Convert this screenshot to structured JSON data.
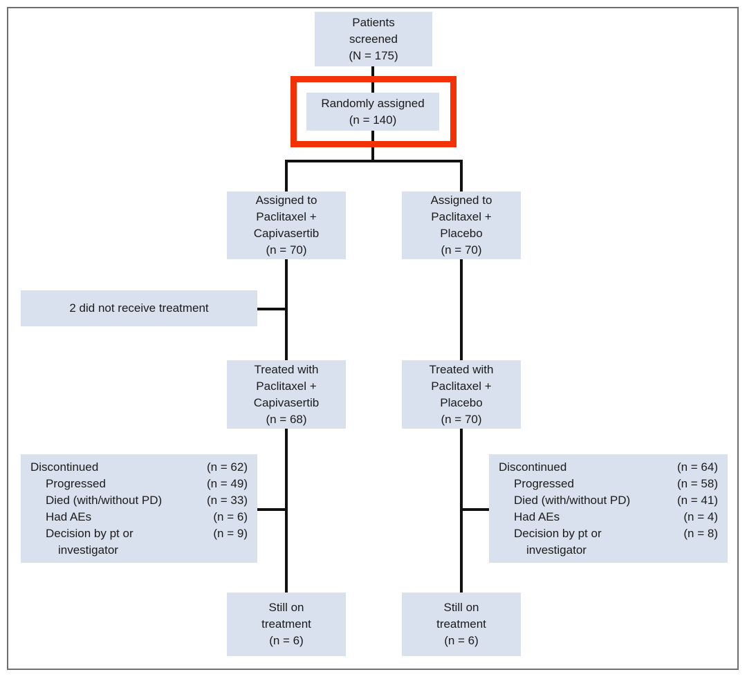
{
  "figure": {
    "title": "CONSORT patient flow diagram",
    "colors": {
      "node_fill": "#d9e1ee",
      "connector": "#111111",
      "highlight": "#f43005",
      "frame": "#6f6f6f",
      "text": "#1a1a1a"
    }
  },
  "nodes": {
    "screened": {
      "lines": [
        "Patients",
        "screened",
        "(N = 175)"
      ]
    },
    "randomized": {
      "lines": [
        "Randomly assigned",
        "(n = 140)"
      ],
      "highlighted": true
    },
    "assigned_capivasertib": {
      "lines": [
        "Assigned to",
        "Paclitaxel +",
        "Capivasertib",
        "(n = 70)"
      ]
    },
    "assigned_placebo": {
      "lines": [
        "Assigned to",
        "Paclitaxel +",
        "Placebo",
        "(n = 70)"
      ]
    },
    "not_treated": {
      "lines": [
        "2 did not receive treatment"
      ]
    },
    "treated_capivasertib": {
      "lines": [
        "Treated with",
        "Paclitaxel +",
        "Capivasertib",
        "(n = 68)"
      ]
    },
    "treated_placebo": {
      "lines": [
        "Treated with",
        "Paclitaxel +",
        "Placebo",
        "(n = 70)"
      ]
    },
    "still_on_treatment_capivasertib": {
      "lines": [
        "Still on",
        "treatment",
        "(n = 6)"
      ]
    },
    "still_on_treatment_placebo": {
      "lines": [
        "Still on",
        "treatment",
        "(n = 6)"
      ]
    }
  },
  "discontinued_capivasertib": {
    "rows": [
      {
        "label": "Discontinued",
        "value": "(n = 62)",
        "indent": 0
      },
      {
        "label": "Progressed",
        "value": "(n = 49)",
        "indent": 1
      },
      {
        "label": "Died (with/without PD)",
        "value": "(n = 33)",
        "indent": 1
      },
      {
        "label": "Had AEs",
        "value": "(n = 6)",
        "indent": 1
      },
      {
        "label": "Decision by pt or",
        "value": "(n = 9)",
        "indent": 1
      },
      {
        "label": "investigator",
        "value": "",
        "indent": 2
      }
    ]
  },
  "discontinued_placebo": {
    "rows": [
      {
        "label": "Discontinued",
        "value": "(n = 64)",
        "indent": 0
      },
      {
        "label": "Progressed",
        "value": "(n = 58)",
        "indent": 1
      },
      {
        "label": "Died (with/without PD)",
        "value": "(n = 41)",
        "indent": 1
      },
      {
        "label": "Had AEs",
        "value": "(n = 4)",
        "indent": 1
      },
      {
        "label": "Decision by pt or",
        "value": "(n = 8)",
        "indent": 1
      },
      {
        "label": "investigator",
        "value": "",
        "indent": 2
      }
    ]
  }
}
